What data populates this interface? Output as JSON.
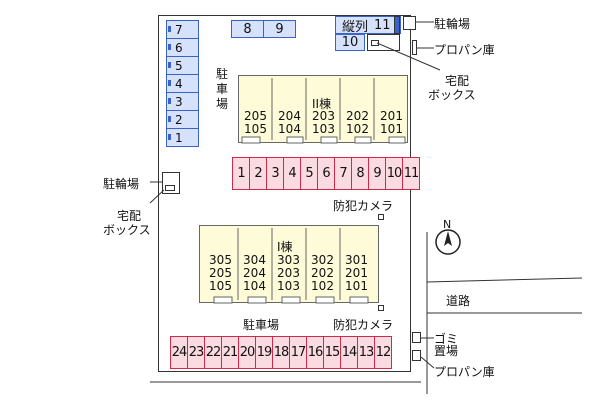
{
  "map": {
    "left_parking_stack": [
      "7",
      "6",
      "5",
      "4",
      "3",
      "2",
      "1"
    ],
    "top_parking_pair": [
      "8",
      "9"
    ],
    "tandem_label": "縦列",
    "tandem_spaces": [
      "11",
      "10"
    ],
    "mid_parking_row": [
      "1",
      "2",
      "3",
      "4",
      "5",
      "6",
      "7",
      "8",
      "9",
      "10",
      "11"
    ],
    "bottom_parking_row": [
      "24",
      "23",
      "22",
      "21",
      "20",
      "19",
      "18",
      "17",
      "16",
      "15",
      "14",
      "13",
      "12"
    ],
    "building_2": {
      "name": "II棟",
      "columns": [
        [
          "205",
          "105"
        ],
        [
          "204",
          "104"
        ],
        [
          "203",
          "103"
        ],
        [
          "202",
          "102"
        ],
        [
          "201",
          "101"
        ]
      ]
    },
    "building_1": {
      "name": "I棟",
      "columns": [
        [
          "305",
          "205",
          "105"
        ],
        [
          "304",
          "204",
          "104"
        ],
        [
          "303",
          "203",
          "103"
        ],
        [
          "302",
          "202",
          "102"
        ],
        [
          "301",
          "201",
          "101"
        ]
      ]
    },
    "labels": {
      "parking_vertical": "駐車場",
      "parking_bottom": "駐車場",
      "bicycle_top": "駐輪場",
      "bicycle_left": "駐輪場",
      "propane_top": "プロパン庫",
      "propane_bottom": "プロパン庫",
      "delivery_top_line1": "宅配",
      "delivery_top_line2": "ボックス",
      "delivery_left_line1": "宅配",
      "delivery_left_line2": "ボックス",
      "camera_top": "防犯カメラ",
      "camera_bottom": "防犯カメラ",
      "road": "道路",
      "garbage_line1": "ゴミ",
      "garbage_line2": "置場",
      "north": "N"
    },
    "colors": {
      "blue_space": "#d6e2fb",
      "pink_space": "#fbdbe2",
      "building": "#fdfbd8"
    }
  }
}
